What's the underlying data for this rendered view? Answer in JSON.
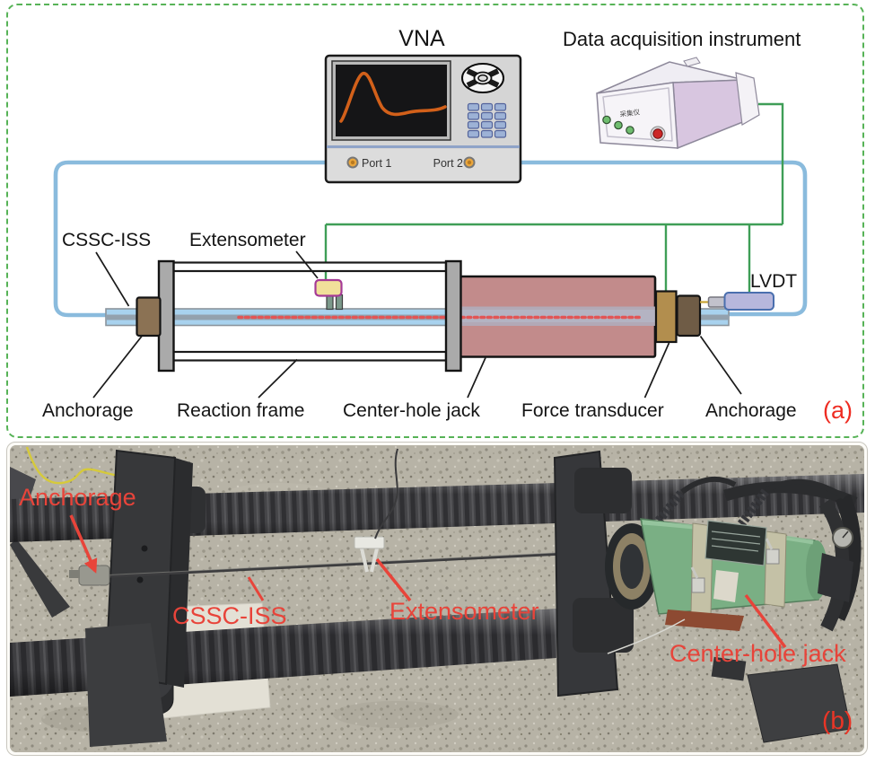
{
  "panel_a": {
    "tag": "(a)",
    "vna": {
      "title": "VNA",
      "port1_label": "Port 1",
      "port2_label": "Port 2"
    },
    "daq": {
      "title": "Data acquisition instrument",
      "front_label": "采集仪"
    },
    "component_labels": {
      "cssc_iss": "CSSC-ISS",
      "extensometer": "Extensometer",
      "lvdt": "LVDT",
      "anchorage_left": "Anchorage",
      "reaction_frame": "Reaction frame",
      "center_hole_jack": "Center-hole jack",
      "force_transducer": "Force transducer",
      "anchorage_right": "Anchorage"
    }
  },
  "panel_b": {
    "tag": "(b)",
    "photo_labels": {
      "anchorage": "Anchorage",
      "cssc_iss": "CSSC-ISS",
      "extensometer": "Extensometer",
      "center_hole_jack": "Center-hole jack"
    }
  },
  "colors": {
    "panel_border_green": "#57b357",
    "wire_blue": "#8abbdd",
    "wire_green": "#3f9e57",
    "annotation_red": "#e8443a",
    "specimen_blue": "#a8d2ee",
    "jack_rose": "#c28b8b",
    "jack_photo_green": "#7aaf84",
    "anchorage_brown": "#8b7254",
    "force_transducer_tan": "#b28e4e",
    "lvdt_lavender": "#b7b7dc",
    "extensometer_yellow": "#f1e09a",
    "vna_curve_orange": "#d2601a",
    "daq_side_lavender": "#d8c6e0"
  }
}
